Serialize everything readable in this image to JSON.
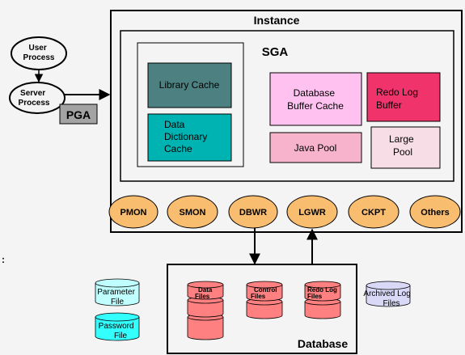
{
  "instance": {
    "title": "Instance"
  },
  "sga": {
    "title": "SGA",
    "library_cache": "Library Cache",
    "data_dictionary_cache": [
      "Data",
      "Dictionary",
      "Cache"
    ],
    "database_buffer_cache": [
      "Database",
      "Buffer Cache"
    ],
    "redo_log_buffer": [
      "Redo Log",
      "Buffer"
    ],
    "java_pool": "Java Pool",
    "large_pool": [
      "Large",
      "Pool"
    ]
  },
  "processes": {
    "user_process": [
      "User",
      "Process"
    ],
    "server_process": [
      "Server",
      "Process"
    ],
    "pga": "PGA",
    "background": [
      "PMON",
      "SMON",
      "DBWR",
      "LGWR",
      "CKPT",
      "Others"
    ]
  },
  "database": {
    "title": "Database",
    "data_files": [
      "Data",
      "Files"
    ],
    "control_files": [
      "Control",
      "Files"
    ],
    "redo_log_files": [
      "Redo Log",
      "Files"
    ]
  },
  "external_files": {
    "parameter_file": [
      "Parameter",
      "File"
    ],
    "password_file": [
      "Password",
      "File"
    ],
    "archived_log_files": [
      "Archived Log",
      "Files"
    ]
  },
  "stray_mark": ":",
  "colors": {
    "library_cache": "#4d8080",
    "dictionary_cache": "#00b3b3",
    "buffer_cache": "#ffc2f0",
    "redo_buffer": "#f0336b",
    "java_pool": "#f7b3cc",
    "large_pool": "#f7dde6",
    "process_oval": "#f9bd70",
    "pga": "#a3a3a3",
    "db_file": "#ff8080",
    "parameter_file": "#bfffff",
    "password_file": "#33ffff",
    "archived_file": "#d9d9f7"
  }
}
